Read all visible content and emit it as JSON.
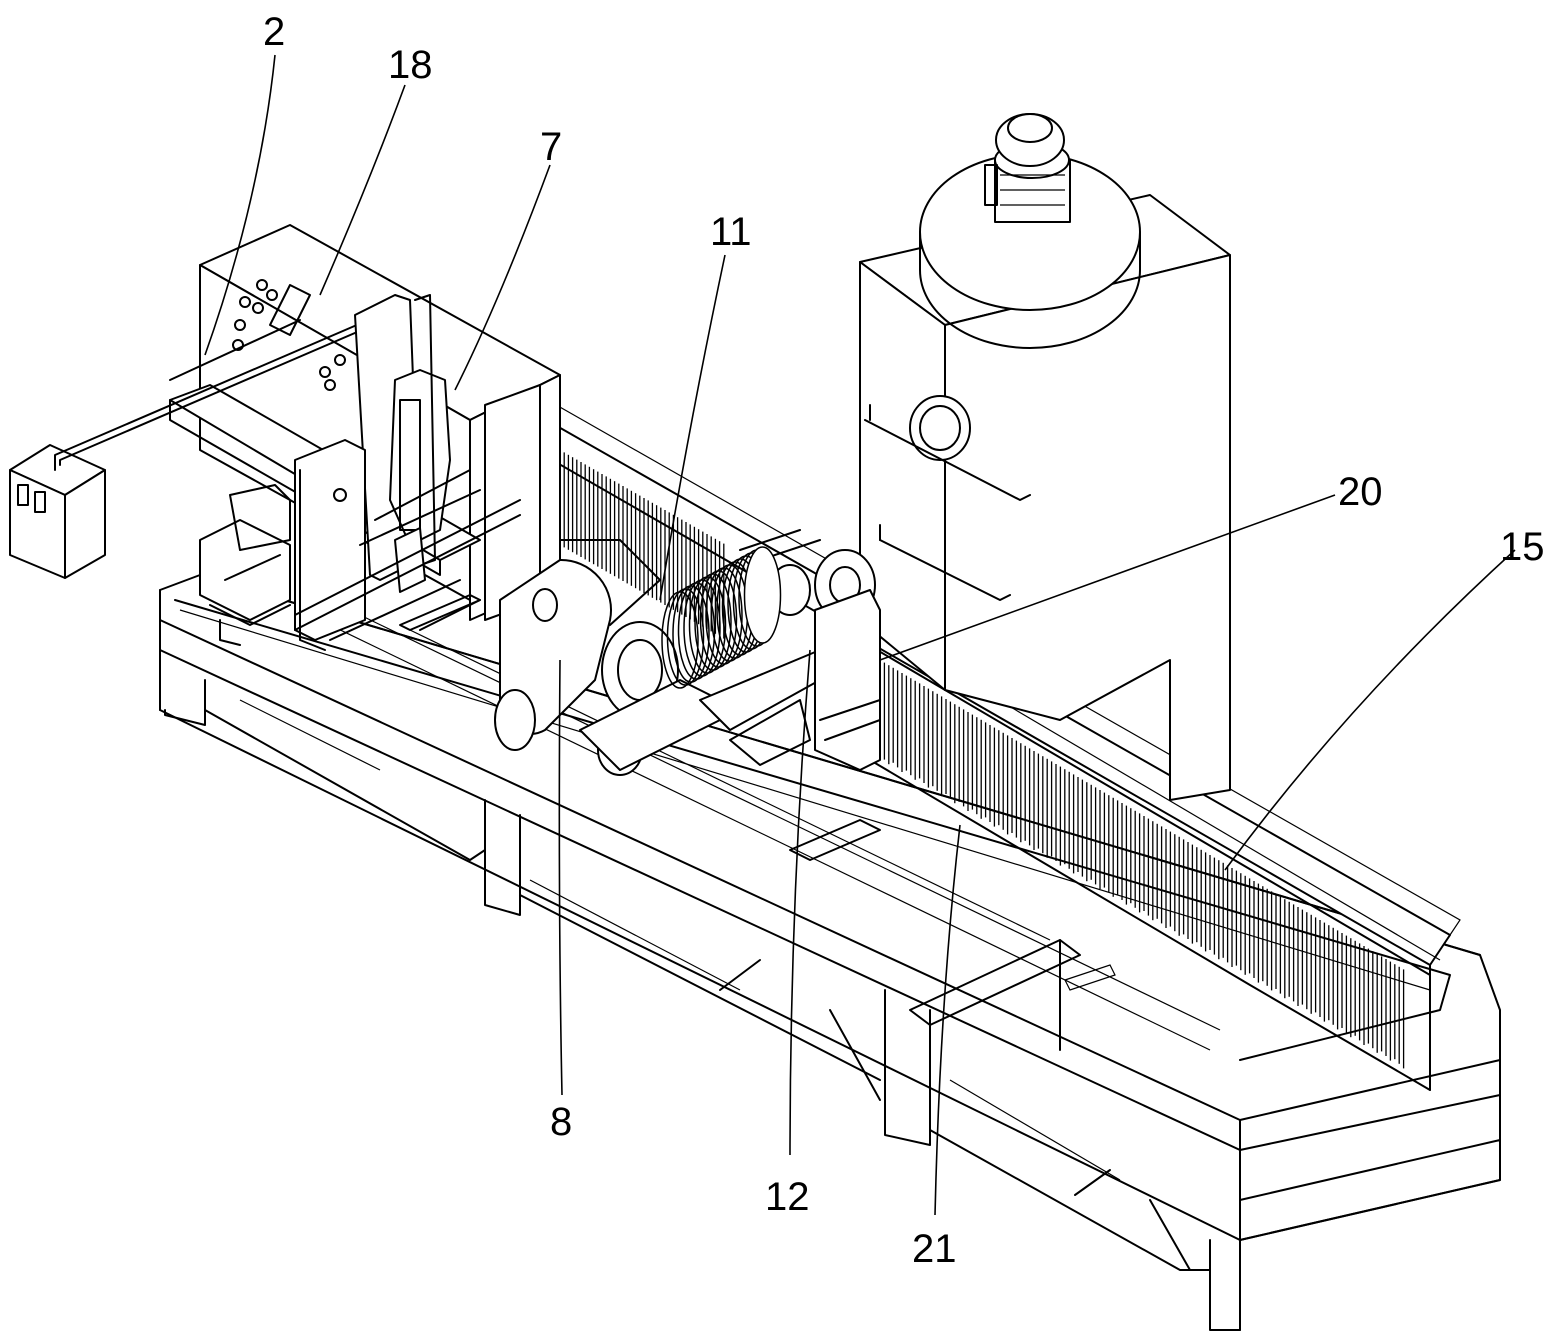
{
  "labels": {
    "l2": "2",
    "l18": "18",
    "l7": "7",
    "l11": "11",
    "l20": "20",
    "l15": "15",
    "l8": "8",
    "l12": "12",
    "l21": "21"
  }
}
